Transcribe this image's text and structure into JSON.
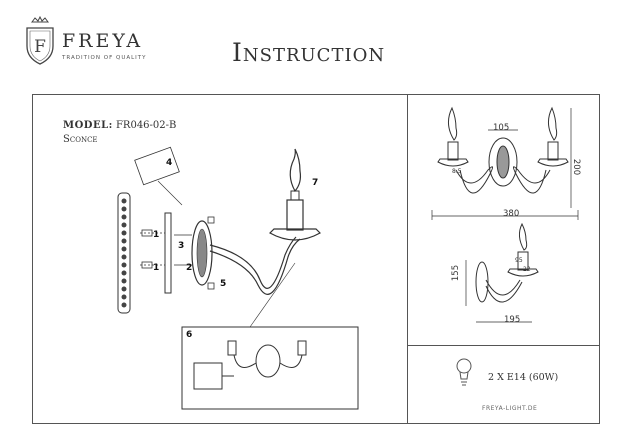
{
  "brand": {
    "name": "FREYA",
    "tagline": "TRADITION OF QUALITY"
  },
  "title": "Instruction",
  "product": {
    "model_label": "MODEL:",
    "model_number": "FR046-02-B",
    "type": "Sconce"
  },
  "callouts": [
    "1",
    "2",
    "3",
    "4",
    "5",
    "6",
    "7",
    "1"
  ],
  "dimensions": {
    "top_width": "105",
    "total_width": "380",
    "height": "200",
    "side_height": "155",
    "depth": "195",
    "side_top": "95",
    "small": "8.5",
    "small2": "22"
  },
  "bulb_spec": "2 X E14 (60W)",
  "website": "FREYA-LIGHT.DE"
}
